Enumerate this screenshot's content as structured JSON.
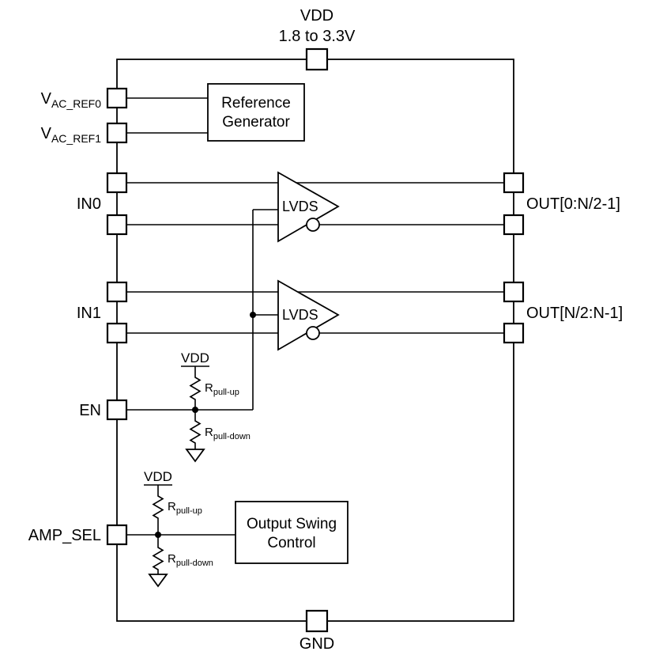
{
  "diagram": {
    "ink": "#000000",
    "background": "#ffffff",
    "power": {
      "vdd": "VDD",
      "vdd_range": "1.8 to 3.3V",
      "gnd": "GND"
    },
    "pins": {
      "vac_ref0": {
        "base": "V",
        "sub": "AC_REF0"
      },
      "vac_ref1": {
        "base": "V",
        "sub": "AC_REF1"
      },
      "in0": "IN0",
      "in1": "IN1",
      "en": "EN",
      "amp_sel": "AMP_SEL",
      "out_upper": "OUT[0:N/2-1]",
      "out_lower": "OUT[N/2:N-1]"
    },
    "blocks": {
      "reference_generator": {
        "line1": "Reference",
        "line2": "Generator"
      },
      "output_swing_control": {
        "line1": "Output Swing",
        "line2": "Control"
      },
      "lvds_buffer": "LVDS"
    },
    "bias": {
      "vdd": "VDD",
      "resistor_base": "R",
      "pull_up": "pull-up",
      "pull_down": "pull-down"
    }
  }
}
